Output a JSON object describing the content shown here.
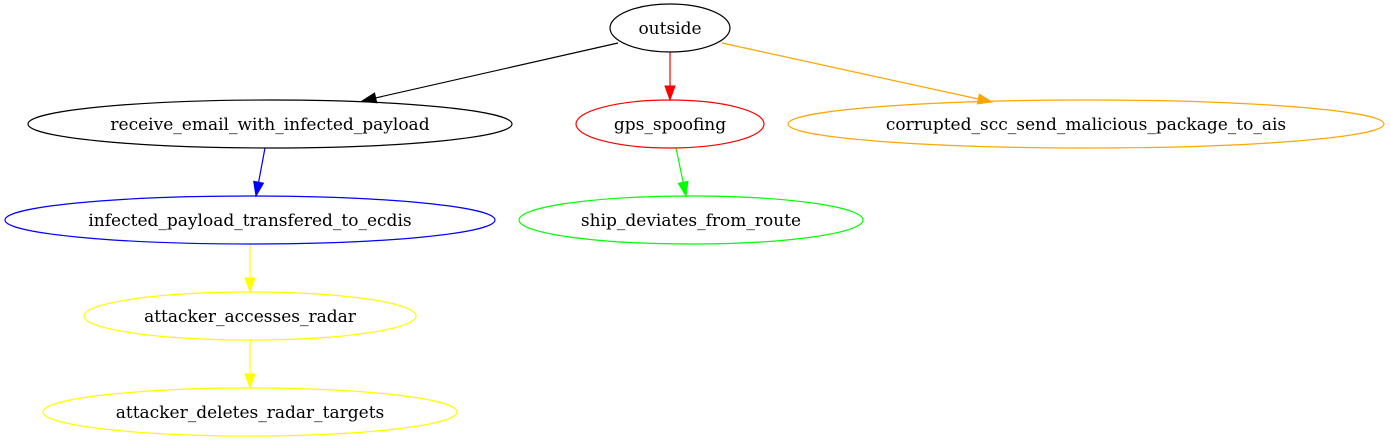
{
  "nodes": [
    {
      "id": "outside",
      "label": "outside",
      "color": "#000000"
    },
    {
      "id": "receive_email",
      "label": "receive_email_with_infected_payload",
      "color": "#000000"
    },
    {
      "id": "gps_spoofing",
      "label": "gps_spoofing",
      "color": "#ff0000"
    },
    {
      "id": "corrupted_scc",
      "label": "corrupted_scc_send_malicious_package_to_ais",
      "color": "#ffa500"
    },
    {
      "id": "infected_payload",
      "label": "infected_payload_transfered_to_ecdis",
      "color": "#0000ff"
    },
    {
      "id": "ship_deviates",
      "label": "ship_deviates_from_route",
      "color": "#00ff00"
    },
    {
      "id": "attacker_accesses",
      "label": "attacker_accesses_radar",
      "color": "#ffff00"
    },
    {
      "id": "attacker_deletes",
      "label": "attacker_deletes_radar_targets",
      "color": "#ffff00"
    }
  ],
  "edges": [
    {
      "from": "outside",
      "to": "receive_email",
      "color": "#000000"
    },
    {
      "from": "outside",
      "to": "gps_spoofing",
      "color": "#ff0000"
    },
    {
      "from": "outside",
      "to": "corrupted_scc",
      "color": "#ffa500"
    },
    {
      "from": "receive_email",
      "to": "infected_payload",
      "color": "#0000ff"
    },
    {
      "from": "gps_spoofing",
      "to": "ship_deviates",
      "color": "#00ff00"
    },
    {
      "from": "infected_payload",
      "to": "attacker_accesses",
      "color": "#ffff00"
    },
    {
      "from": "attacker_accesses",
      "to": "attacker_deletes",
      "color": "#ffff00"
    }
  ]
}
